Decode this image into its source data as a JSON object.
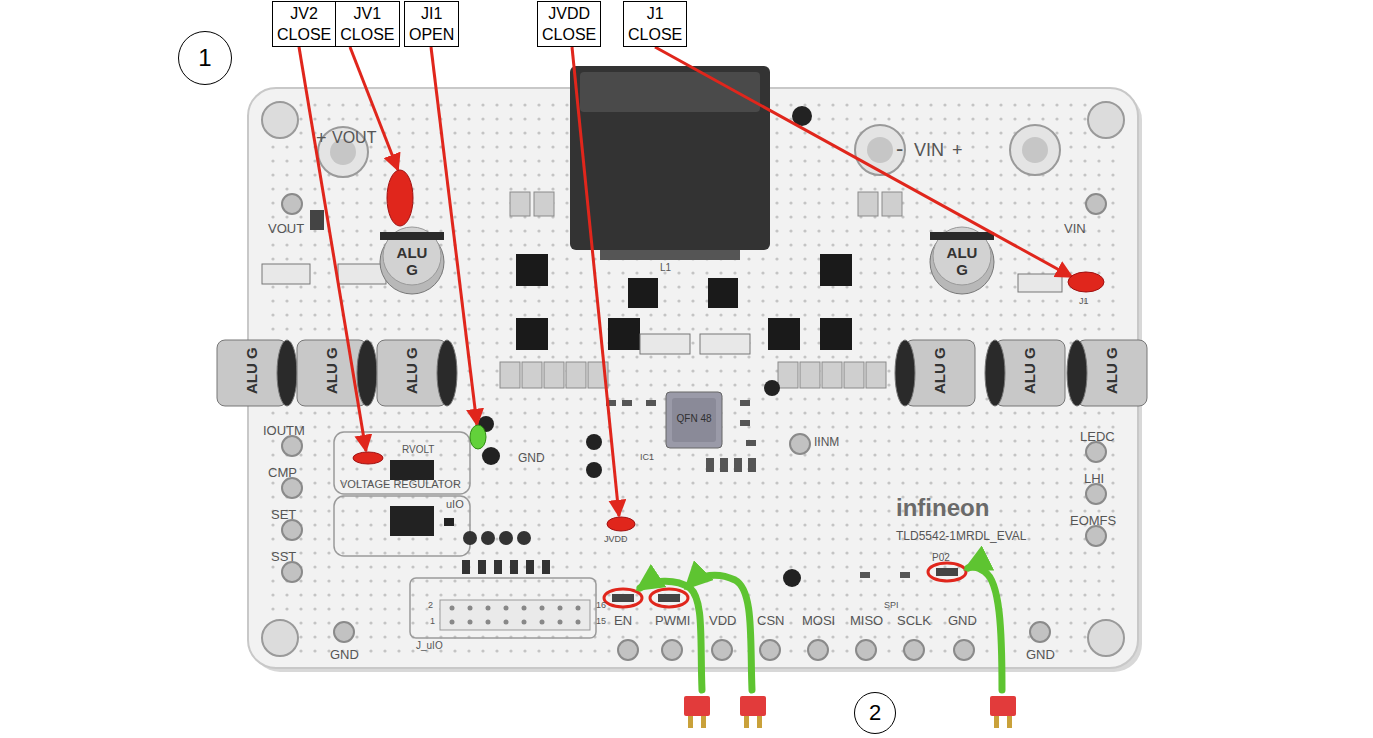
{
  "diagram": {
    "nodes": [
      {
        "text": [
          "1"
        ]
      },
      {
        "text": [
          "JV2",
          "CLOSE"
        ]
      },
      {
        "text": [
          "JV1",
          "CLOSE"
        ]
      },
      {
        "text": [
          "JI1",
          "OPEN"
        ]
      },
      {
        "text": [
          "JVDD",
          "CLOSE"
        ]
      },
      {
        "text": [
          "J1",
          "CLOSE"
        ]
      },
      {
        "text": [
          "2"
        ]
      }
    ],
    "labels": [
      "+",
      "VOUT",
      "-",
      "VIN",
      "+",
      "VOUT",
      "VIN",
      "IOUTM",
      "CMP",
      "SET",
      "SST",
      "GND",
      "LEDC",
      "LHI",
      "EOMFS",
      "GND",
      "EN",
      "PWMI",
      "VDD",
      "CSN",
      "MOSI",
      "MISO",
      "SCLK",
      "GND",
      "SPI",
      "TLD5542-1MRDL_EVAL",
      "infineon",
      "VOLTAGE REGULATOR",
      "RVOLT",
      "J1",
      "JVDD",
      "GND",
      "IINM",
      "QFN 48",
      "uIO",
      "J_uIO",
      "2",
      "1",
      "16",
      "15",
      "P02",
      "L1",
      "IC1",
      "ALU G",
      "ALU G",
      "ALU G",
      "ALU G",
      "ALU G",
      "ALU G",
      "ALU G",
      "ALU G"
    ]
  }
}
